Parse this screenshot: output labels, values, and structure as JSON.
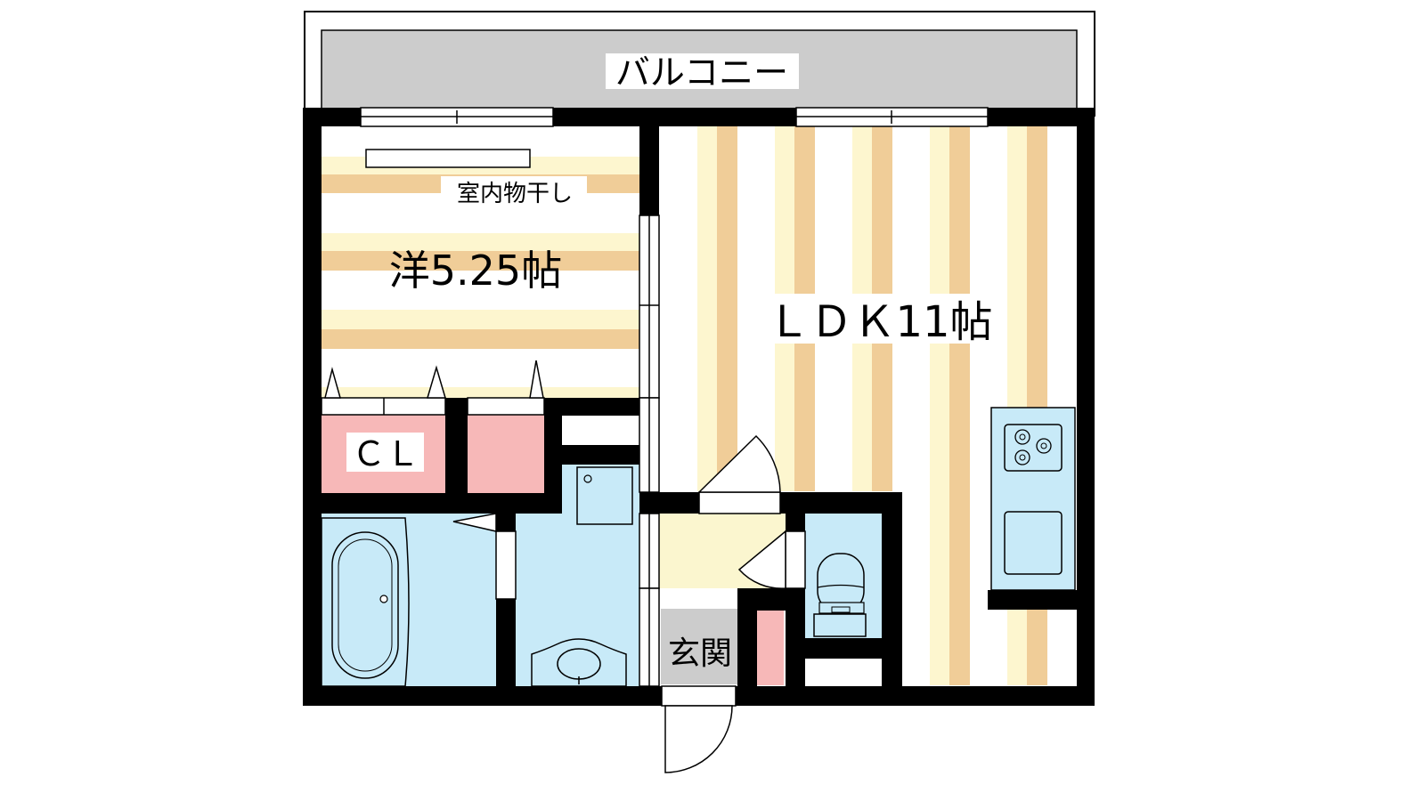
{
  "floor_plan": {
    "labels": {
      "balcony": "バルコニー",
      "western_room": "洋5.25帖",
      "indoor_drying": "室内物干し",
      "closet": "ＣＬ",
      "ldk": "ＬＤＫ11帖",
      "entrance": "玄関"
    },
    "colors": {
      "wall": "#000000",
      "balcony": "#cccccc",
      "stripe_light": "#fdf6cf",
      "stripe_dark": "#f0cd98",
      "closet": "#f7b8b8",
      "wet_area": "#c8eaf8",
      "entrance_hall": "#fbf6cf",
      "shoe_box": "#f7b8b8",
      "step": "#cccccc"
    }
  }
}
